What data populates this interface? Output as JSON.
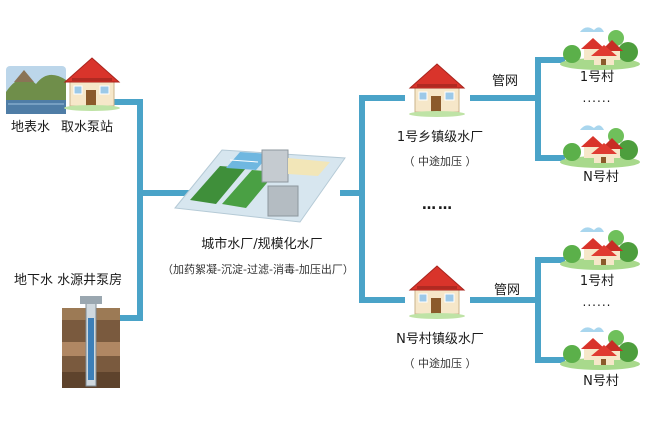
{
  "sources": {
    "surface_water_label": "地表水",
    "pump_station_label": "取水泵站",
    "groundwater_label": "地下水 水源井泵房"
  },
  "city_plant": {
    "label": "城市水厂/规模化水厂",
    "process": "（加药絮凝-沉淀-过滤-消毒-加压出厂）"
  },
  "town_plant": {
    "label": "1号乡镇级水厂",
    "note": "（ 中途加压 ）"
  },
  "village_plant": {
    "label": "N号村镇级水厂",
    "note": "（ 中途加压 ）"
  },
  "middle_ellipsis": "……",
  "upper_network": {
    "pipe_label": "管网",
    "village_top": "1号村",
    "ellipsis": "......",
    "village_bottom": "N号村"
  },
  "lower_network": {
    "pipe_label": "管网",
    "village_top": "1号村",
    "ellipsis": "......",
    "village_bottom": "N号村"
  },
  "colors": {
    "pipe": "#4aa3c8",
    "roof": "#d9342b",
    "house_wall": "#f4e2c2",
    "tree": "#5bb04a"
  }
}
